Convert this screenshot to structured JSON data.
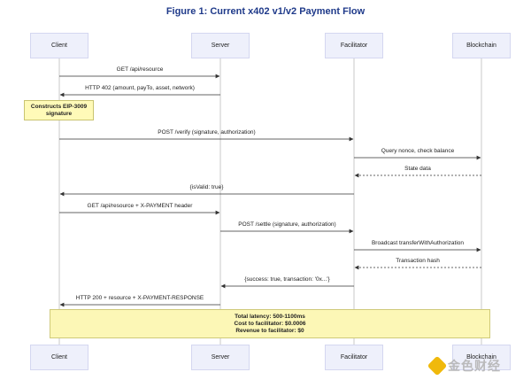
{
  "title": "Figure 1: Current x402 v1/v2 Payment Flow",
  "participants": [
    "Client",
    "Server",
    "Facilitator",
    "Blockchain"
  ],
  "messages": [
    {
      "from": 0,
      "to": 1,
      "label": "GET /api/resource",
      "style": "solid"
    },
    {
      "from": 1,
      "to": 0,
      "label": "HTTP 402 (amount, payTo, asset, network)",
      "style": "solid"
    },
    {
      "from": 0,
      "to": 2,
      "label": "POST /verify (signature, authorization)",
      "style": "solid"
    },
    {
      "from": 2,
      "to": 3,
      "label": "Query nonce, check balance",
      "style": "solid"
    },
    {
      "from": 3,
      "to": 2,
      "label": "State data",
      "style": "dashed"
    },
    {
      "from": 2,
      "to": 0,
      "label": "{isValid: true}",
      "style": "solid"
    },
    {
      "from": 0,
      "to": 1,
      "label": "GET /api/resource + X-PAYMENT header",
      "style": "solid"
    },
    {
      "from": 1,
      "to": 2,
      "label": "POST /settle (signature, authorization)",
      "style": "solid"
    },
    {
      "from": 2,
      "to": 3,
      "label": "Broadcast transferWithAuthorization",
      "style": "solid"
    },
    {
      "from": 3,
      "to": 2,
      "label": "Transaction hash",
      "style": "dashed"
    },
    {
      "from": 2,
      "to": 1,
      "label": "{success: true, transaction: '0x...'}",
      "style": "solid"
    },
    {
      "from": 1,
      "to": 0,
      "label": "HTTP 200 + resource + X-PAYMENT-RESPONSE",
      "style": "solid"
    }
  ],
  "note": {
    "line1": "Constructs EIP-3009",
    "line2": "signature"
  },
  "summary": {
    "line1": "Total latency: 500-1100ms",
    "line2": "Cost to facilitator: $0.0006",
    "line3": "Revenue to facilitator: $0"
  },
  "watermark": "金色财经",
  "colors": {
    "actor_fill": "#eef0fb",
    "note_fill": "#fffab8",
    "summary_fill": "#fcf7b6",
    "title": "#1f3a8a",
    "line": "#333333"
  }
}
